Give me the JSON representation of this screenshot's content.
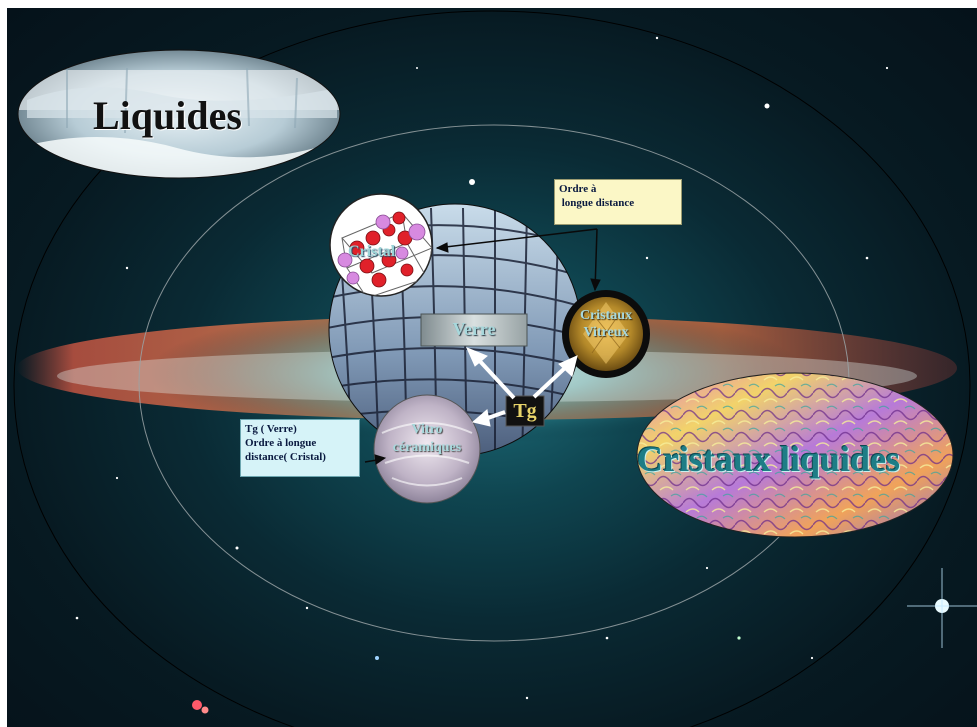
{
  "labels": {
    "liquides": "Liquides",
    "cristal": "Cristal",
    "verre": "Verre",
    "cristaux_vitreux": [
      "Cristaux",
      "Vitreux"
    ],
    "vitroceramiques": [
      "Vitro",
      "céramiques"
    ],
    "tg": "Tg",
    "cristaux_liquides": "Cristaux liquides"
  },
  "callouts": {
    "ordre": [
      "Ordre à",
      " longue distance"
    ],
    "tg_box": [
      "Tg ( Verre)",
      "Ordre à longue",
      "distance( Cristal)"
    ]
  },
  "colors": {
    "callout_bg_ordre": "#fbf7c6",
    "callout_bg_tg": "#d6f3f8",
    "tg_box_bg": "#111111",
    "tg_text": "#e8d46a",
    "teal_label": "#9ad3d6",
    "liquides_text": "#111111",
    "cristaux_liquides_text": "#1e7d86",
    "arrow_white": "#ffffff"
  }
}
